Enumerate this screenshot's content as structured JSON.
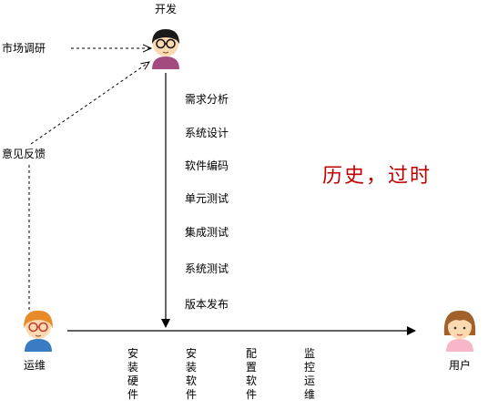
{
  "roles": {
    "dev": "开发",
    "ops": "运维",
    "user": "用户"
  },
  "inputs": {
    "market_research": "市场调研",
    "feedback": "意见反馈"
  },
  "dev_steps": [
    "需求分析",
    "系统设计",
    "软件编码",
    "单元测试",
    "集成测试",
    "系统测试",
    "版本发布"
  ],
  "ops_steps": [
    "安装硬件",
    "安装软件",
    "配置软件",
    "监控运维"
  ],
  "stamp": "历史，过时",
  "colors": {
    "stamp": "#c00000",
    "dev_shirt": "#a34b7f",
    "ops_shirt": "#3a7cc4",
    "user_shirt": "#f7b7c8",
    "hair_dark": "#1a1a1a",
    "hair_orange": "#e88a2a",
    "hair_brown": "#a0622a",
    "skin": "#fcd9b0"
  }
}
